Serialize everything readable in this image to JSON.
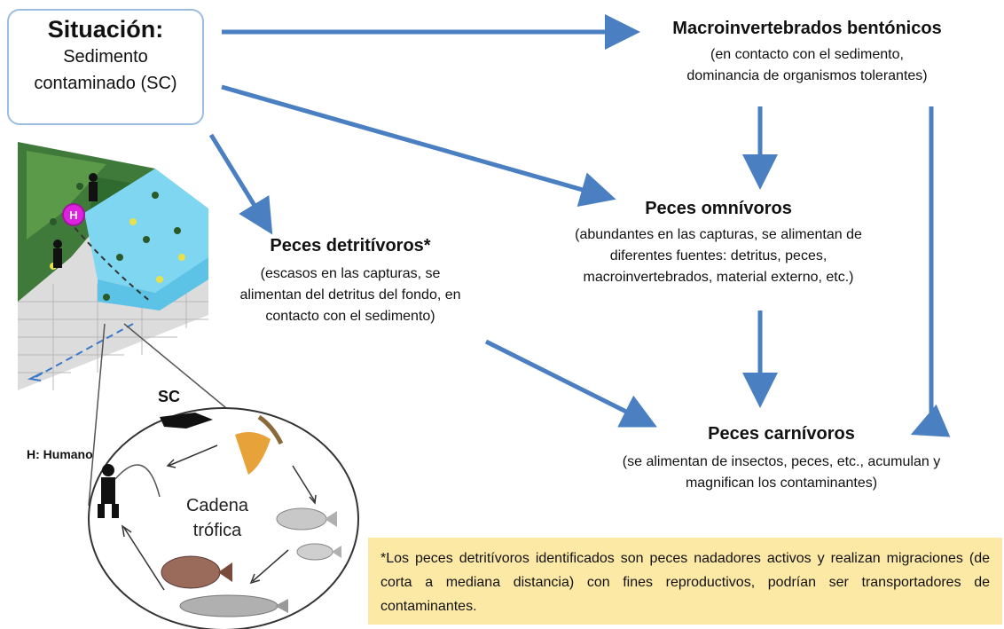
{
  "situation": {
    "title": "Situación:",
    "line1": "Sedimento",
    "line2": "contaminado (SC)"
  },
  "nodes": {
    "macro": {
      "title": "Macroinvertebrados bentónicos",
      "line1": "(en contacto con el sedimento,",
      "line2": "dominancia de organismos tolerantes)"
    },
    "omnivoros": {
      "title": "Peces omnívoros",
      "line1": "(abundantes en las capturas, se alimentan de",
      "line2": "diferentes fuentes: detritus, peces,",
      "line3": "macroinvertebrados, material externo, etc.)"
    },
    "detritivoros": {
      "title": "Peces detritívoros*",
      "line1": "(escasos en las capturas, se",
      "line2": "alimentan del detritus del fondo, en",
      "line3": "contacto con el sedimento)"
    },
    "carnivoros": {
      "title": "Peces carnívoros",
      "line1": "(se alimentan de insectos, peces, etc., acumulan y",
      "line2": "magnifican los contaminantes)"
    }
  },
  "illustration": {
    "human_marker": "H",
    "human_label": "H: Humano",
    "sc_label": "SC",
    "chain_line1": "Cadena",
    "chain_line2": "trófica"
  },
  "footnote": {
    "text": "*Los peces detritívoros identificados son peces nadadores activos y realizan migraciones (de corta a mediana distancia) con fines reproductivos, podrían ser transportadores de contaminantes."
  },
  "colors": {
    "arrow": "#4a7fc1",
    "note_bg": "#fde9a6",
    "box_border": "#9dbde0",
    "water": "#7fd6f0",
    "marker": "#e020e0"
  }
}
